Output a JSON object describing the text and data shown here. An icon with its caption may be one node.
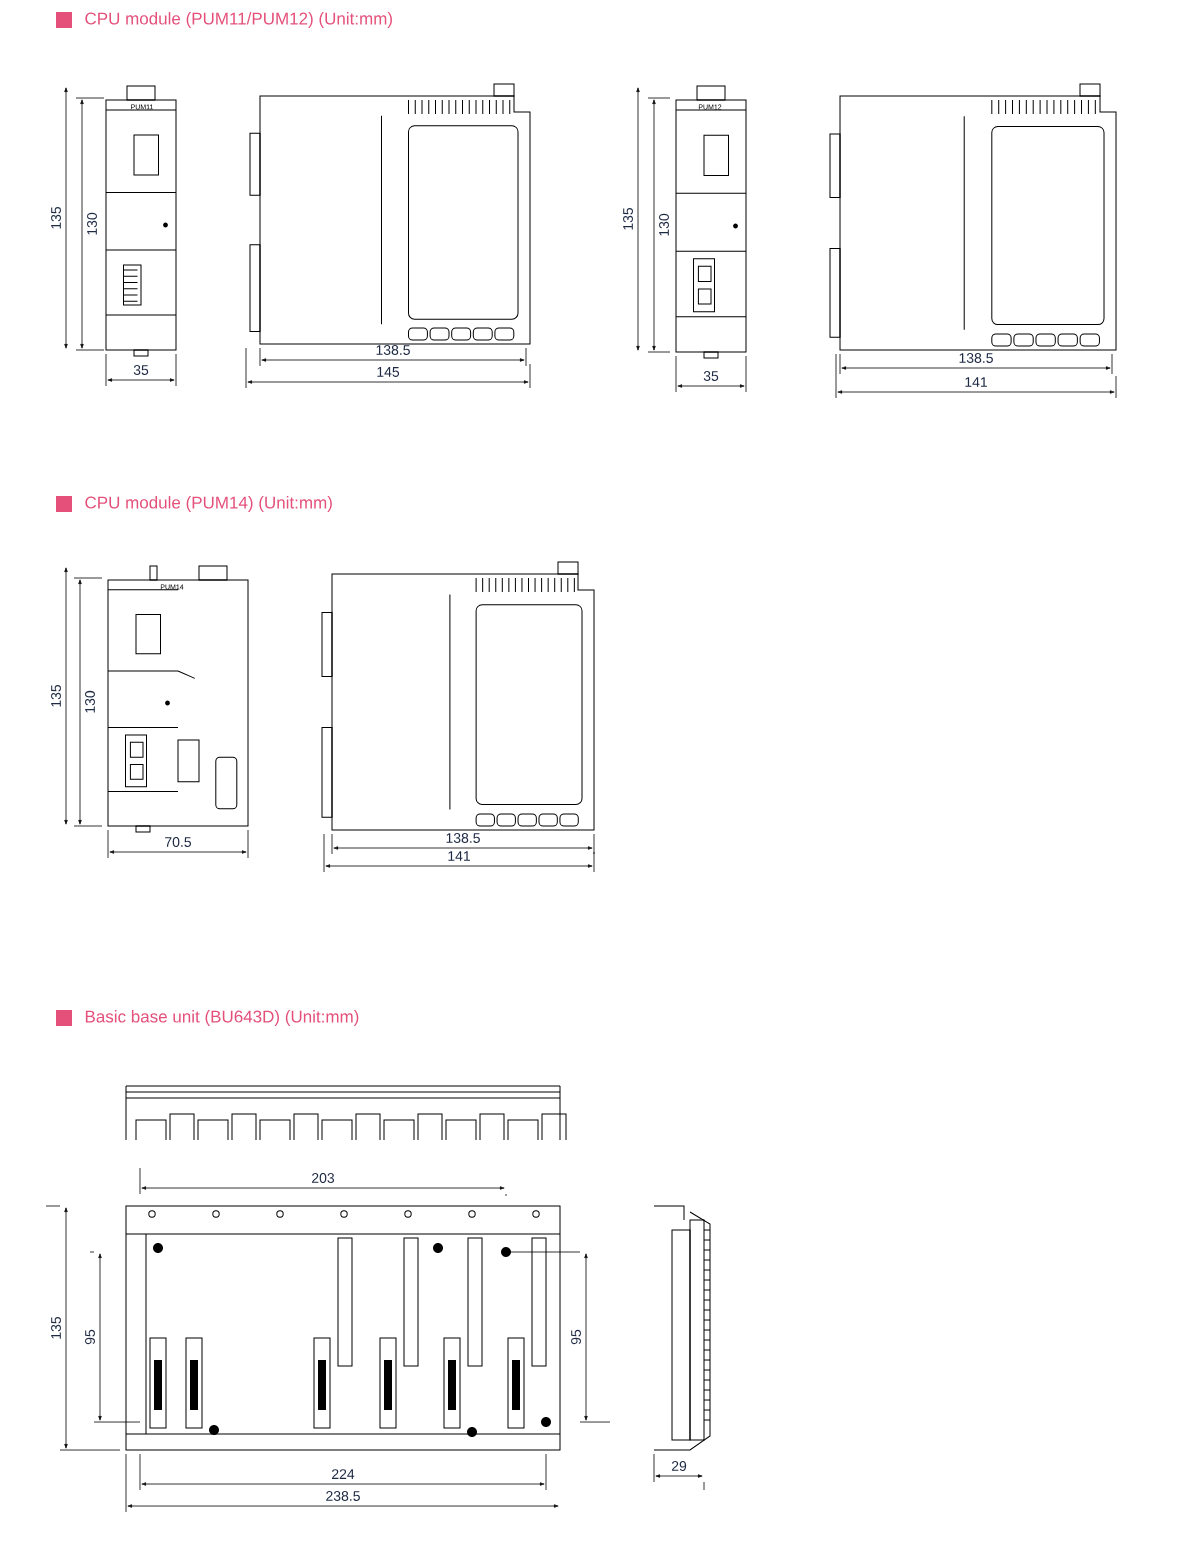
{
  "diagram": {
    "labels": [
      "CPU module (PUM11/PUM12) (Unit:mm)",
      "PUM11",
      "135",
      "130",
      "35",
      "138.5",
      "145",
      "PUM12",
      "135",
      "130",
      "35",
      "138.5",
      "141",
      "CPU module (PUM14) (Unit:mm)",
      "PUM14",
      "135",
      "130",
      "70.5",
      "138.5",
      "141",
      "Basic base unit (BU643D) (Unit:mm)",
      "203",
      "135",
      "95",
      "95",
      "224",
      "238.5",
      "29"
    ]
  }
}
